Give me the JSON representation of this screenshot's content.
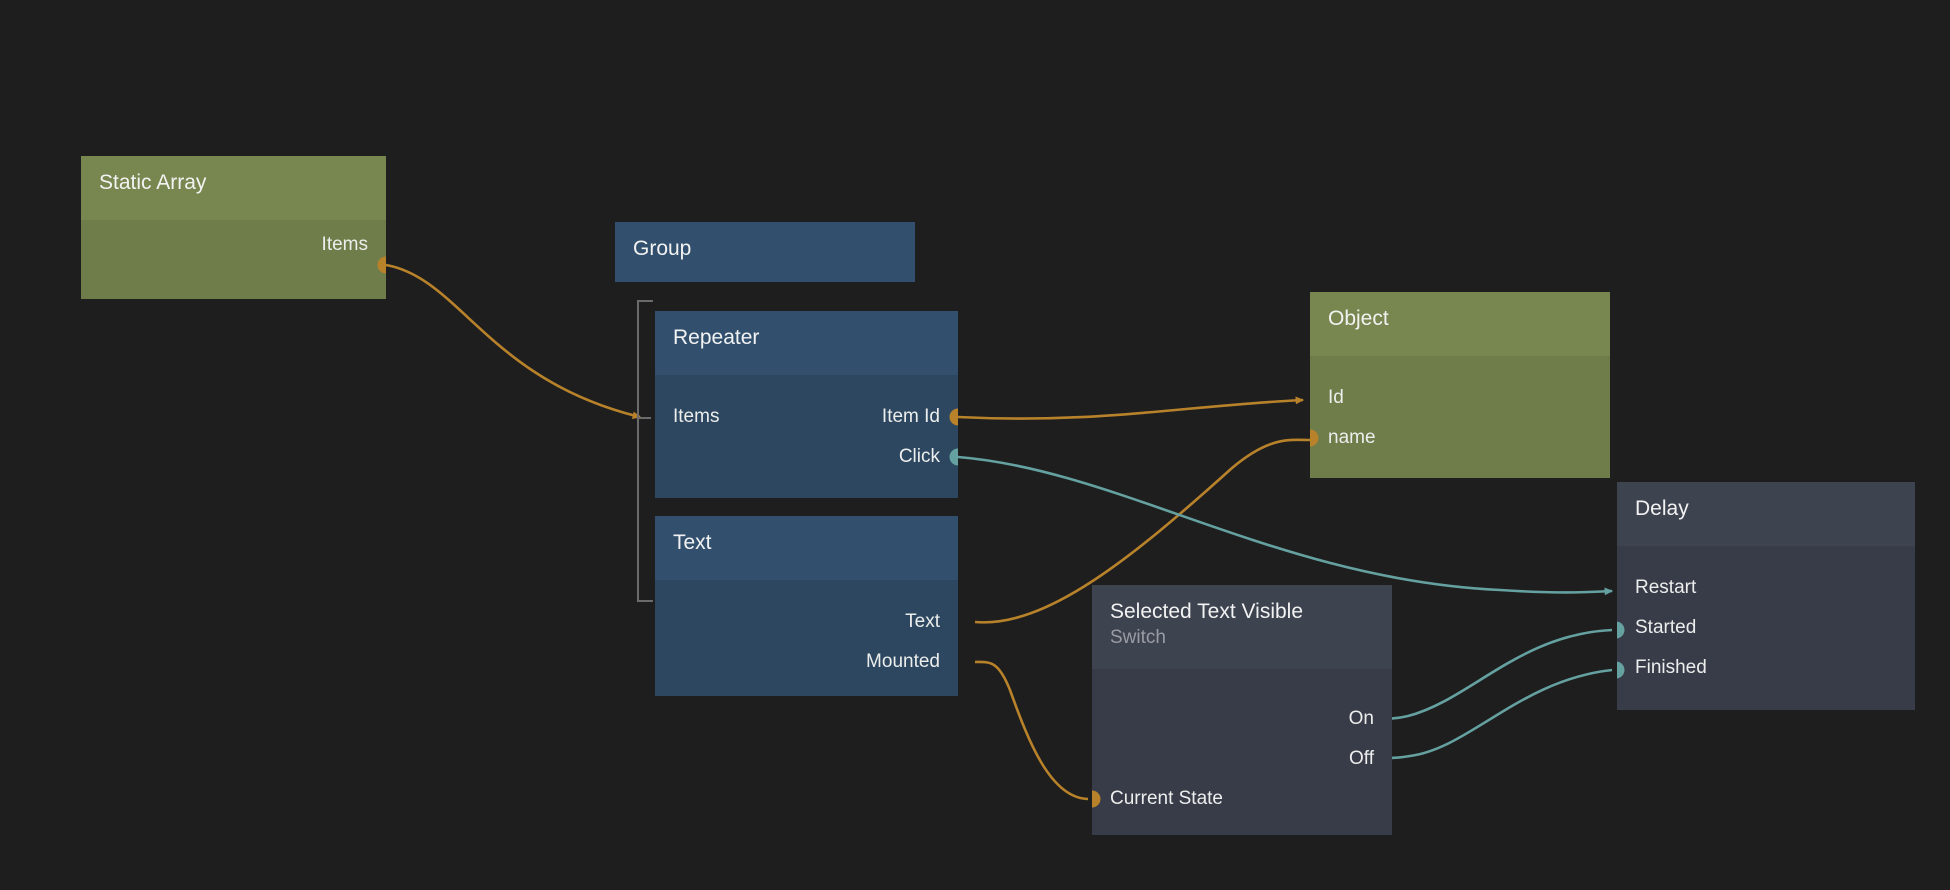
{
  "app": {
    "name": "node-graph-editor",
    "canvas_background": "#1e1e1e"
  },
  "colors": {
    "background": "#1e1e1e",
    "green_header": "#78874f",
    "green_body": "#6e7d49",
    "blue_header": "#32506e",
    "blue_body": "#2c475f",
    "gray_header": "#3e4350",
    "gray_body": "#383c48",
    "edge_data": "#b8822b",
    "edge_signal": "#65a1a0",
    "bracket": "#6b6b6b",
    "label": "#eceded",
    "subtitle": "#9a9ca4"
  },
  "nodes": {
    "static_array": {
      "title": "Static Array",
      "ports": {
        "items_out": "Items"
      }
    },
    "group": {
      "title": "Group"
    },
    "repeater": {
      "title": "Repeater",
      "ports": {
        "items_in": "Items",
        "item_id_out": "Item Id",
        "click_out": "Click"
      }
    },
    "text": {
      "title": "Text",
      "ports": {
        "text_in": "Text",
        "mounted_in": "Mounted"
      }
    },
    "object": {
      "title": "Object",
      "ports": {
        "id_in": "Id",
        "name_in": "name"
      }
    },
    "delay": {
      "title": "Delay",
      "ports": {
        "restart_in": "Restart",
        "started_out": "Started",
        "finished_out": "Finished"
      }
    },
    "selected_text_visible": {
      "title": "Selected Text Visible",
      "subtitle": "Switch",
      "ports": {
        "on_in": "On",
        "off_in": "Off",
        "current_state_out": "Current State"
      }
    }
  },
  "connections": [
    {
      "from": "static_array.items_out",
      "to": "repeater.items_in",
      "type": "data"
    },
    {
      "from": "repeater.item_id_out",
      "to": "object.id_in",
      "type": "data"
    },
    {
      "from": "text.text_in",
      "to": "object.name_in",
      "type": "data"
    },
    {
      "from": "repeater.click_out",
      "to": "delay.restart_in",
      "type": "signal"
    },
    {
      "from": "delay.started_out",
      "to": "selected_text_visible.on_in",
      "type": "signal"
    },
    {
      "from": "delay.finished_out",
      "to": "selected_text_visible.off_in",
      "type": "signal"
    },
    {
      "from": "selected_text_visible.current_state_out",
      "to": "text.mounted_in",
      "type": "data"
    }
  ]
}
